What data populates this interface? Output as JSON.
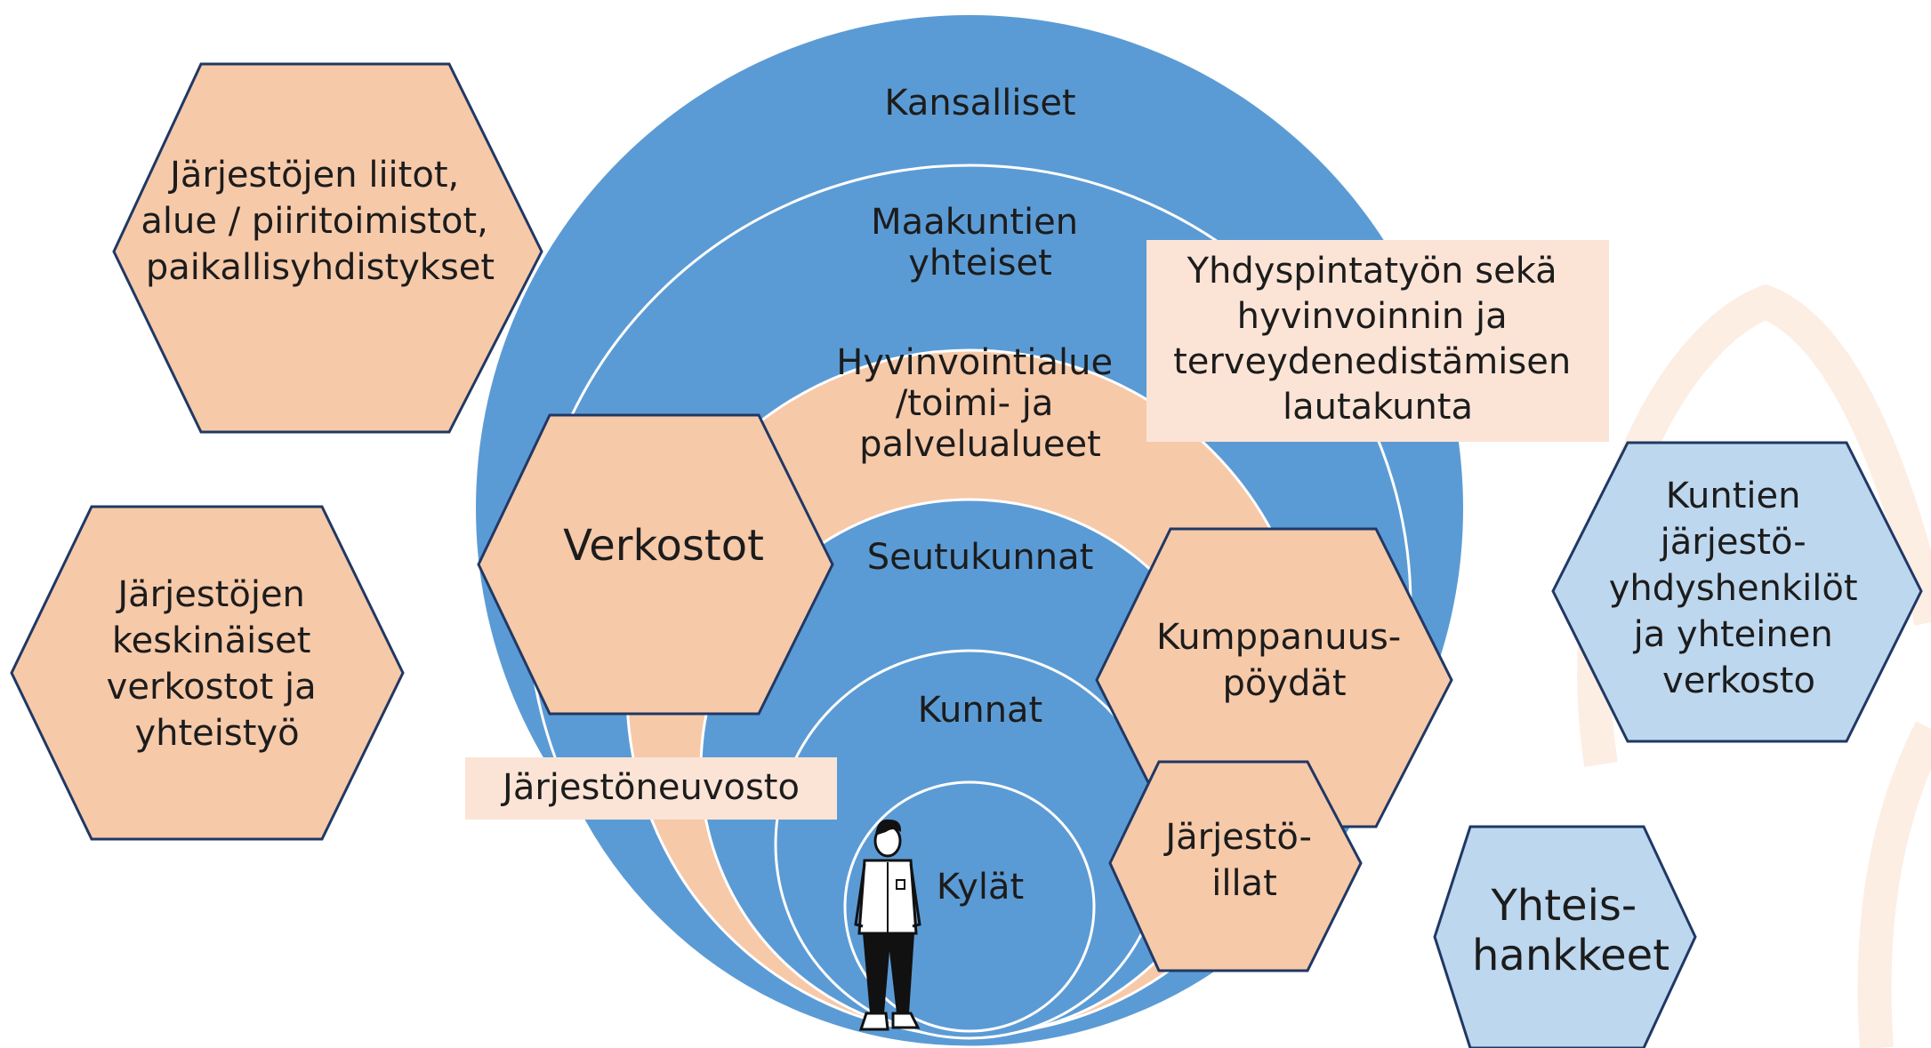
{
  "rings": [
    {
      "label_lines": [
        "Kansalliset"
      ]
    },
    {
      "label_lines": [
        "Maakuntien",
        "yhteiset"
      ]
    },
    {
      "label_lines": [
        "Hyvinvointialue",
        "/toimi- ja",
        "palvelualueet"
      ]
    },
    {
      "label_lines": [
        "Seutukunnat"
      ]
    },
    {
      "label_lines": [
        "Kunnat"
      ]
    },
    {
      "label_lines": [
        "Kylät"
      ]
    }
  ],
  "hexagons": {
    "liitot": {
      "lines": [
        "Järjestöjen liitot,",
        "alue / piiritoimistot,",
        "paikallisyhdistykset"
      ]
    },
    "keskinaiset": {
      "lines": [
        "Järjestöjen",
        "keskinäiset",
        "verkostot ja",
        "yhteistyö"
      ]
    },
    "verkostot": {
      "lines": [
        "Verkostot"
      ]
    },
    "kumppanuus": {
      "lines": [
        "Kumppanuus-",
        "pöydät"
      ]
    },
    "illat": {
      "lines": [
        "Järjestö-",
        "illat"
      ]
    },
    "yhdyshenkilot": {
      "lines": [
        "Kuntien",
        "järjestö-",
        "yhdyshenkilöt",
        "ja yhteinen",
        "verkosto"
      ]
    },
    "hankkeet": {
      "lines": [
        "Yhteis-",
        "hankkeet"
      ]
    }
  },
  "boxes": {
    "lautakunta": {
      "lines": [
        "Yhdyspintatyön sekä",
        "hyvinvoinnin ja",
        "terveydenedistämisen",
        "lautakunta"
      ]
    },
    "neuvosto": {
      "lines": [
        "Järjestöneuvosto"
      ]
    }
  },
  "colors": {
    "blue": "#5b9bd5",
    "peach": "#f6c9a9",
    "light_peach": "#fbe4d6",
    "light_blue": "#bdd7ee",
    "outline": "#203864"
  }
}
